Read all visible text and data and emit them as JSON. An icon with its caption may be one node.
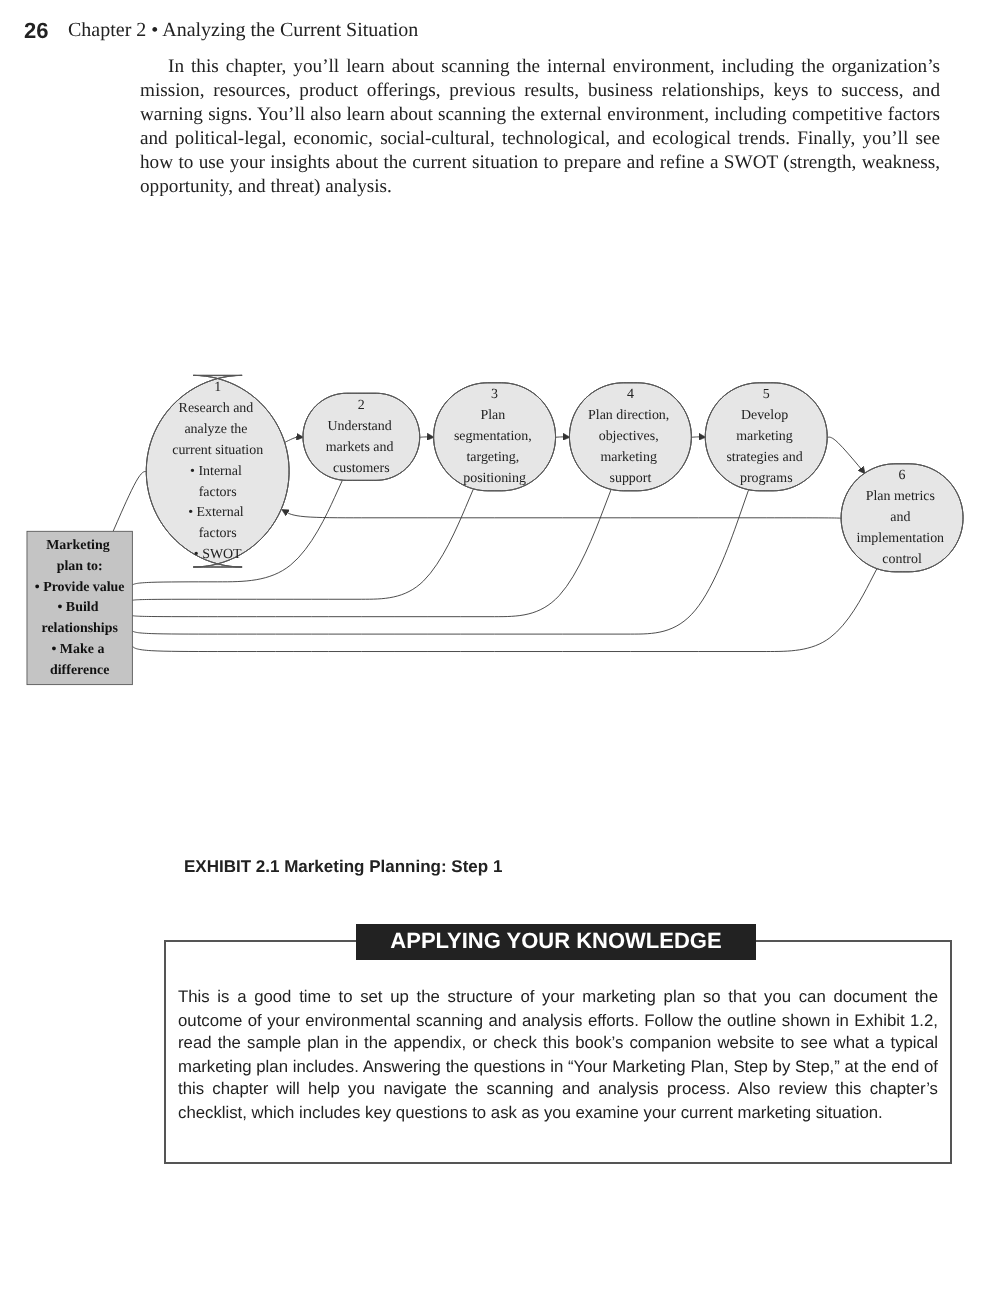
{
  "diagram": {
    "caption": "EXHIBIT 2.1 Marketing Planning: Step 1",
    "nodes": [
      {
        "text": [
          "1",
          "Research and analyze the current situation",
          "• Internal factors",
          "• External factors",
          "• SWOT"
        ]
      },
      {
        "text": [
          "6",
          "Plan metrics and implementation control"
        ]
      },
      {
        "text": [
          "2",
          "Understand markets and customers"
        ]
      },
      {
        "text": [
          "Marketing plan to:",
          "• Provide value",
          "• Build relationships",
          "• Make a difference"
        ]
      },
      {
        "text": [
          "5",
          "Develop marketing strategies and programs"
        ]
      },
      {
        "text": [
          "3",
          "Plan segmentation, targeting, positioning"
        ]
      },
      {
        "text": [
          "4",
          "Plan direction, objectives, marketing support"
        ]
      }
    ],
    "edges": [
      {
        "from": 0,
        "to": 2,
        "arrow": "to"
      },
      {
        "from": 2,
        "to": 5,
        "arrow": "to"
      },
      {
        "from": 5,
        "to": 6,
        "arrow": "to"
      },
      {
        "from": 6,
        "to": 4,
        "arrow": "to"
      },
      {
        "from": 4,
        "to": 1,
        "arrow": "to"
      },
      {
        "from": 1,
        "to": 0,
        "arrow": "to"
      },
      {
        "from": 3,
        "to": 0,
        "arrow": "none"
      },
      {
        "from": 3,
        "to": 2,
        "arrow": "none"
      },
      {
        "from": 3,
        "to": 5,
        "arrow": "none"
      },
      {
        "from": 3,
        "to": 6,
        "arrow": "none"
      },
      {
        "from": 3,
        "to": 4,
        "arrow": "none"
      },
      {
        "from": 3,
        "to": 1,
        "arrow": "none"
      }
    ],
    "labels": [
      "26",
      "Chapter 2 • Analyzing the Current Situation",
      "In this chapter, you’ll learn about scanning the internal environment, including the organization’s mission, resources, product offerings, previous results, business relationships, keys to success, and warning signs. You’ll also learn about scanning the external environment, including competitive factors and political-legal, economic, social-cultural, technological, and ecological trends. Finally, you’ll see how to use your insights about the current situation to prepare and refine a SWOT (strength, weakness, opportunity, and threat) analysis.",
      "APPLYING YOUR KNOWLEDGE",
      "This is a good time to set up the structure of your marketing plan so that you can document the outcome of your environmental scanning and analysis efforts. Follow the outline shown in Exhibit 1.2, read the sample plan in the appendix, or check this book’s companion website to see what a typical marketing plan includes. Answering the questions in “Your Marketing Plan, Step by Step,” at the end of this chapter will help you navigate the scanning and analysis process. Also review this chapter’s checklist, which includes key questions to ask as you examine your current marketing situation."
    ]
  }
}
